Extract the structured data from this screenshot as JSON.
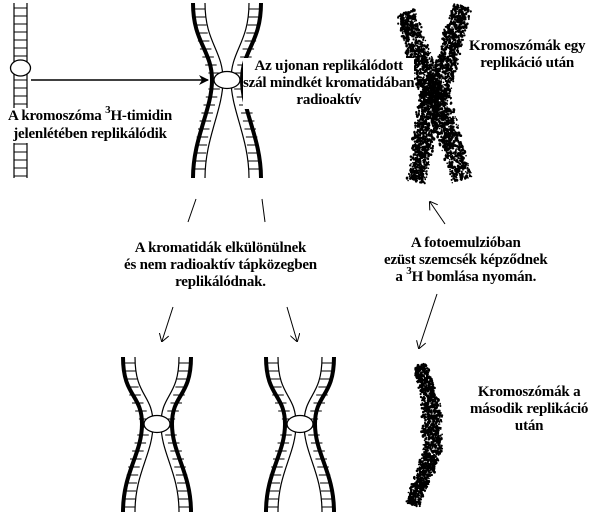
{
  "labels": {
    "replication_in_tritium": {
      "line1_before": "A kromoszóma ",
      "line1_sup": "3",
      "line1_after": "H-timidin",
      "line2": "jelenlétében replikálódik"
    },
    "new_strand_radioactive": {
      "line1": "Az ujonan replikálódott",
      "line2": "szál mindkét kromatidában",
      "line3": "radioaktív"
    },
    "after_first_replication": {
      "line1": "Kromoszómák egy",
      "line2": "replikáció után"
    },
    "chromatids_separate": {
      "line1": "A kromatidák elkülönülnek",
      "line2": "és nem radioaktív tápközegben",
      "line3": "replikálódnak."
    },
    "silver_grains": {
      "line1": "A fotoemulzióban",
      "line2": "ezüst szemcsék képződnek",
      "line3_before": "a ",
      "line3_sup": "3",
      "line3_after": "H bomlása nyomán."
    },
    "after_second_replication": {
      "line1": "Kromoszómák a",
      "line2": "második replikáció",
      "line3": "után"
    }
  },
  "colors": {
    "ink": "#000000",
    "background": "#ffffff"
  }
}
